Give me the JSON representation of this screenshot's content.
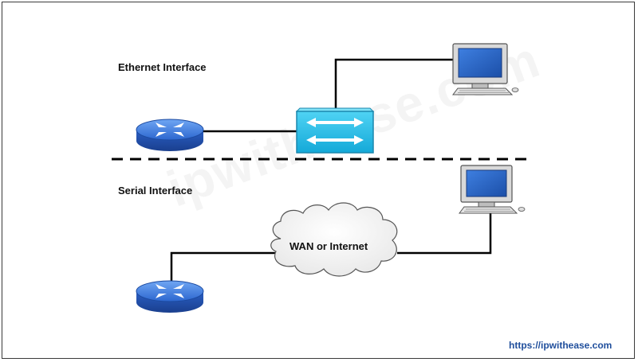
{
  "labels": {
    "ethernet": "Ethernet Interface",
    "serial": "Serial Interface",
    "cloud": "WAN or Internet"
  },
  "watermark": "ipwithease.com",
  "footer_url": "https://ipwithease.com",
  "colors": {
    "router_blue": "#2f6fd6",
    "switch_cyan": "#22c0e8",
    "link_line": "#000000",
    "url_text": "#1f4e9c"
  },
  "icons": {
    "router": "router-icon",
    "switch": "switch-icon",
    "pc": "desktop-computer-icon",
    "cloud": "cloud-icon"
  }
}
